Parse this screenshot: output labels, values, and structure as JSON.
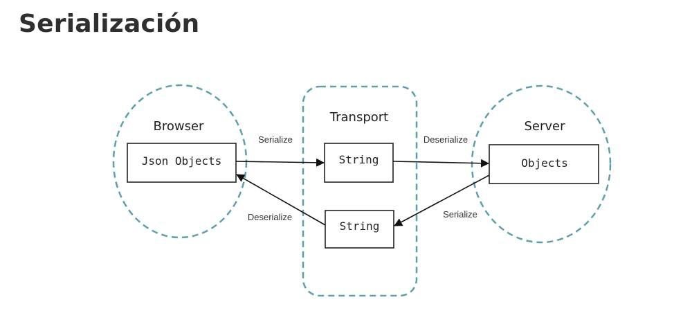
{
  "title": "Serialización",
  "groups": {
    "browser": "Browser",
    "transport": "Transport",
    "server": "Server"
  },
  "boxes": {
    "json_objects": "Json Objects",
    "string_top": "String",
    "string_bottom": "String",
    "objects": "Objects"
  },
  "arrows": {
    "browser_to_transport": "Serialize",
    "transport_to_server": "Deserialize",
    "server_to_transport": "Serialize",
    "transport_to_browser": "Deserialize"
  },
  "colors": {
    "dashed_outline": "#5aa0ad",
    "box_border": "#222222",
    "arrow": "#111111",
    "title": "#2f2f2f"
  }
}
